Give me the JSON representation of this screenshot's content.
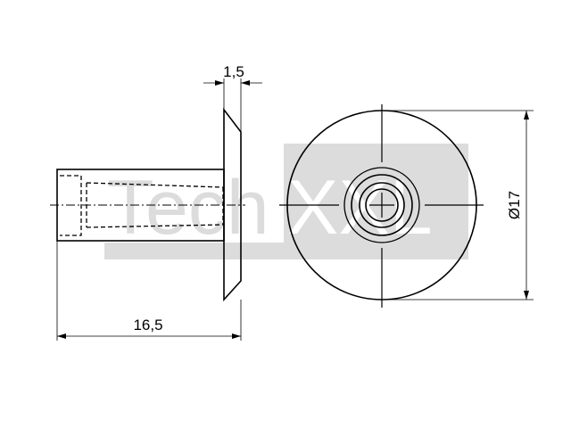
{
  "watermark": {
    "prefix": "Tech",
    "suffix": "XXL",
    "color": "#dcdcdc"
  },
  "dimensions": {
    "head_thickness": "1,5",
    "total_length": "16,5",
    "head_diameter": "Ø17"
  },
  "colors": {
    "line": "#000000",
    "dim_line": "#333333"
  }
}
